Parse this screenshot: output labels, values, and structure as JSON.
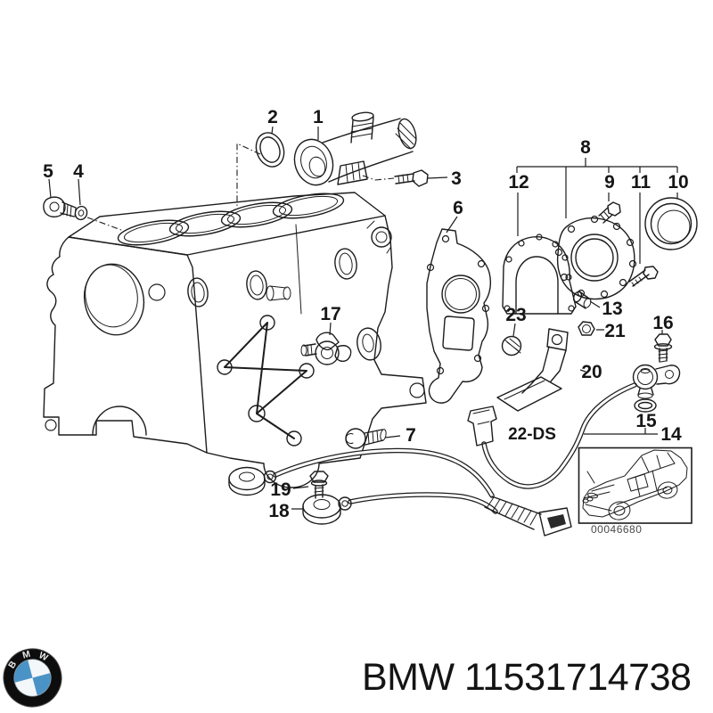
{
  "colors": {
    "line": "#1c1c1c",
    "bmw_blue": "#4a93c6",
    "background": "#ffffff"
  },
  "callouts": {
    "c1": "1",
    "c2": "2",
    "c3": "3",
    "c4": "4",
    "c5": "5",
    "c6": "6",
    "c7": "7",
    "c8": "8",
    "c9": "9",
    "c10": "10",
    "c11": "11",
    "c12": "12",
    "c13": "13",
    "c14": "14",
    "c15": "15",
    "c16": "16",
    "c17": "17",
    "c18": "18",
    "c19": "19",
    "c20": "20",
    "c21": "21",
    "c22": "22-DS",
    "c23": "23"
  },
  "car_inset": {
    "code": "00046680"
  },
  "footer": {
    "title": "BMW 11531714738",
    "logo_letters": [
      "B",
      "M",
      "W"
    ]
  }
}
